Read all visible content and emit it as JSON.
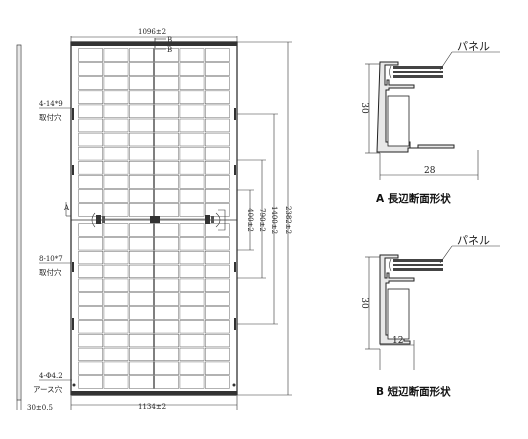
{
  "panel": {
    "top_width": "1096±2",
    "bottom_width": "1134±2",
    "height": "2382±2",
    "dim_1400": "1400±2",
    "dim_790": "790±2",
    "dim_400": "400±2",
    "section_a_marker": "B",
    "section_b_marker": "B",
    "hole_a_spec": "4-14*9",
    "hole_a_label": "取付穴",
    "hole_b_spec": "8-10*7",
    "hole_b_label": "取付穴",
    "earth_spec": "4-Φ4.2",
    "earth_label": "アース穴",
    "thickness": "30±0.5",
    "a_marker": "A"
  },
  "profile_a": {
    "panel_label": "パネル",
    "height": "30",
    "width": "28",
    "caption": "A 長辺断面形状"
  },
  "profile_b": {
    "panel_label": "パネル",
    "height": "30",
    "width": "12",
    "caption": "B 短辺断面形状"
  }
}
